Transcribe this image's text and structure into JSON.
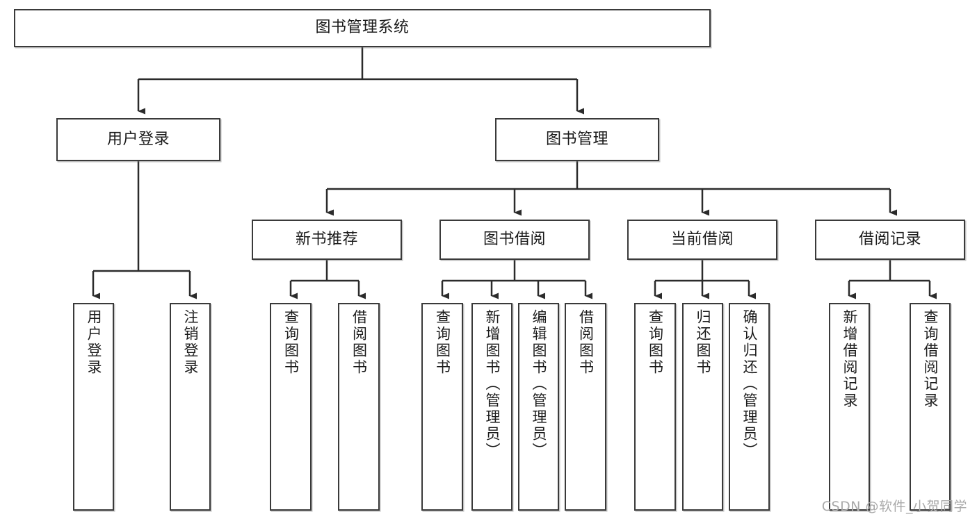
{
  "diagram": {
    "type": "tree",
    "title": "图书管理系统",
    "watermark": "CSDN @软件_小贺同学",
    "colors": {
      "box_border": "#3a3a3a",
      "box_fill": "#ffffff",
      "connector": "#2b2b2b",
      "text": "#1b1b1b",
      "watermark": "#a9a9a9",
      "background": "#ffffff"
    },
    "levels": {
      "root": {
        "label": "图书管理系统"
      },
      "level1": [
        {
          "label": "用户登录"
        },
        {
          "label": "图书管理"
        }
      ],
      "level2": [
        {
          "label": "新书推荐"
        },
        {
          "label": "图书借阅"
        },
        {
          "label": "当前借阅"
        },
        {
          "label": "借阅记录"
        }
      ]
    },
    "nodes": {
      "root": "图书管理系统",
      "user_login": "用户登录",
      "book_manage": "图书管理",
      "new_book_rec": "新书推荐",
      "book_borrow": "图书借阅",
      "current_borrow": "当前借阅",
      "borrow_record": "借阅记录",
      "leaf_user_login": "用户登录",
      "leaf_logout": "注销登录",
      "leaf_query_book_1": "查询图书",
      "leaf_borrow_book_1": "借阅图书",
      "leaf_query_book_2": "查询图书",
      "leaf_add_book_admin": "新增图书（管理员）",
      "leaf_edit_book_admin": "编辑图书（管理员）",
      "leaf_borrow_book_2": "借阅图书",
      "leaf_query_book_3": "查询图书",
      "leaf_return_book": "归还图书",
      "leaf_confirm_return_admin": "确认归还（管理员）",
      "leaf_add_record": "新增借阅记录",
      "leaf_query_record": "查询借阅记录"
    }
  }
}
